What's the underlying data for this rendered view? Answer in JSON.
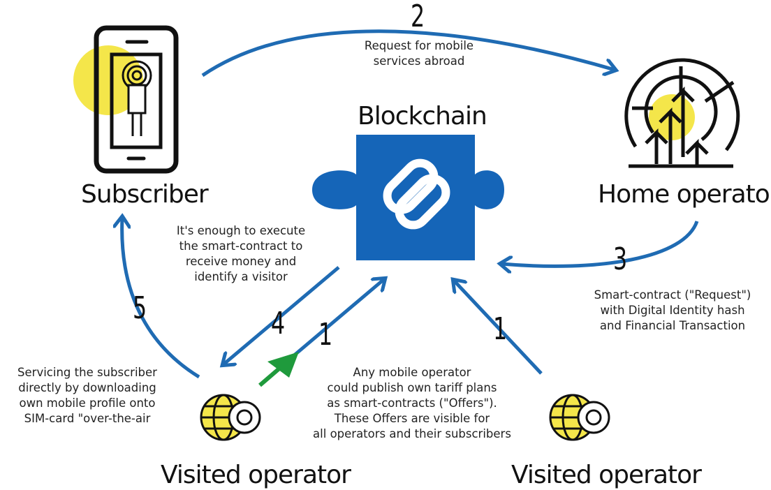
{
  "diagram": {
    "title": "Blockchain",
    "nodes": {
      "subscriber": "Subscriber",
      "home_operator": "Home operator",
      "visited_operator_left": "Visited operator",
      "visited_operator_right": "Visited operator"
    },
    "steps": {
      "two": {
        "number": "2",
        "text": "Request for mobile\nservices abroad"
      },
      "three": {
        "number": "3",
        "text": "Smart-contract (\"Request\")\nwith Digital Identity hash\nand Financial Transaction"
      },
      "four": {
        "number": "4",
        "text": "It's enough to execute\nthe smart-contract to\nreceive money and\nidentify a visitor"
      },
      "one_left": {
        "number": "1"
      },
      "one_right": {
        "number": "1"
      },
      "one_text": "Any mobile operator\ncould publish own tariff plans\nas smart-contracts (\"Offers\").\nThese Offers are visible for\nall operators and their subscribers",
      "five": {
        "number": "5",
        "text": "Servicing the subscriber\ndirectly by downloading\nown mobile profile onto\nSIM-card \"over-the-air"
      }
    },
    "colors": {
      "arrow": "#1f6bb3",
      "puzzle": "#1565b8",
      "accent": "#f4e64a",
      "green_arrow": "#1f9a3c"
    },
    "icons": [
      "smartphone-icon",
      "radar-icon",
      "puzzle-icon",
      "chain-link-icon",
      "globe-gear-icon"
    ]
  }
}
